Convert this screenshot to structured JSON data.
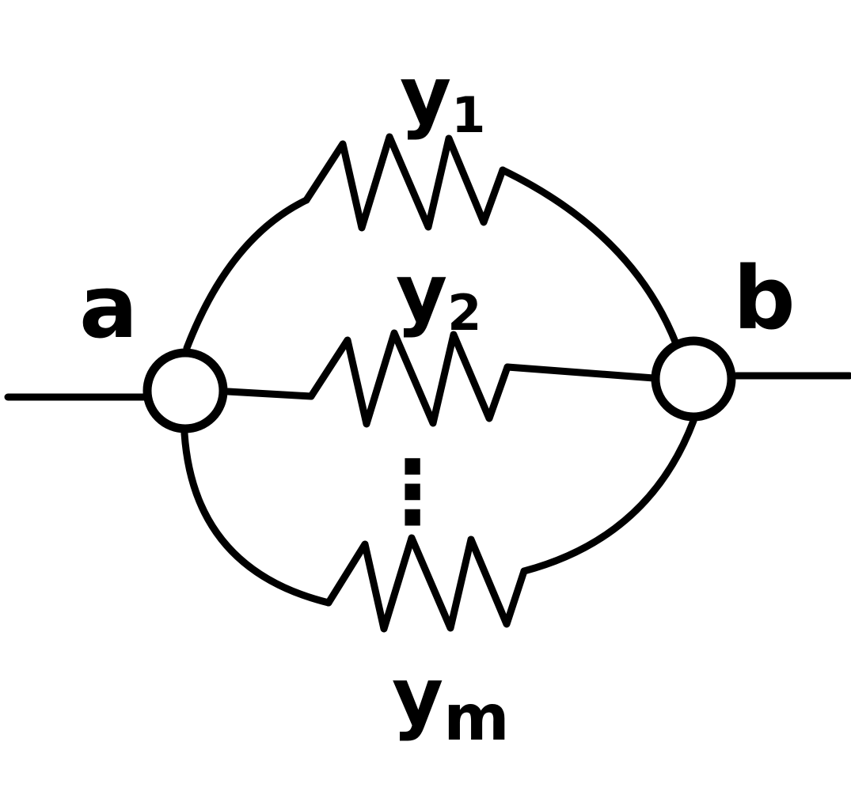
{
  "colors": {
    "stroke": "#000000",
    "background": "#ffffff"
  },
  "nodes": {
    "a": {
      "label": "a"
    },
    "b": {
      "label": "b"
    }
  },
  "resistors": [
    {
      "id": "r1",
      "label": "y",
      "subscript": "1"
    },
    {
      "id": "r2",
      "label": "y",
      "subscript": "2"
    },
    {
      "id": "rm",
      "label": "y",
      "subscript": "m"
    }
  ],
  "ellipsis": "⋮"
}
